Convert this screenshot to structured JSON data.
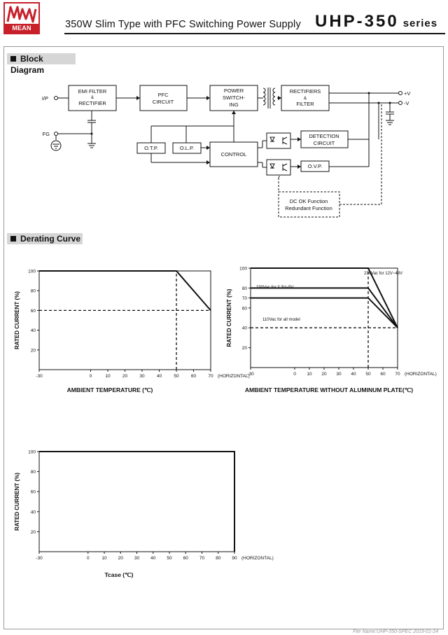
{
  "header": {
    "brand": "MEAN WELL",
    "subtitle": "350W  Slim Type with PFC Switching Power Supply",
    "model": "UHP-350",
    "series": "series"
  },
  "sections": {
    "block_diagram": "Block Diagram",
    "derating": "Derating Curve"
  },
  "block_diagram": {
    "ip": "I/P",
    "fg": "FG",
    "emi_1": "EMI FILTER",
    "emi_2": "&",
    "emi_3": "RECTIFIER",
    "pfc_1": "PFC",
    "pfc_2": "CIRCUIT",
    "ps_1": "POWER",
    "ps_2": "SWITCH-",
    "ps_3": "ING",
    "rf_1": "RECTIFIERS",
    "rf_2": "&",
    "rf_3": "FILTER",
    "det_1": "DETECTION",
    "det_2": "CIRCUIT",
    "otp": "O.T.P.",
    "olp": "O.L.P.",
    "control": "CONTROL",
    "ovp": "O.V.P.",
    "vplus": "+V",
    "vminus": "-V",
    "dc_1": "DC OK Function",
    "dc_2": "Redundant Function"
  },
  "chart_data": [
    {
      "type": "line",
      "xlabel": "AMBIENT TEMPERATURE (℃)",
      "ylabel": "RATED CURRENT (%)",
      "x_axis_note": "(HORIZONTAL)",
      "xticks": [
        -30,
        0,
        10,
        20,
        30,
        40,
        50,
        60,
        70
      ],
      "yticks": [
        20,
        40,
        60,
        80,
        100
      ],
      "xlim": [
        -30,
        70
      ],
      "ylim": [
        0,
        100
      ],
      "series": [
        {
          "x": [
            -30,
            50,
            70
          ],
          "y": [
            100,
            100,
            60
          ]
        }
      ],
      "guides": [
        {
          "x": [
            50,
            50
          ],
          "y": [
            0,
            100
          ]
        },
        {
          "x": [
            -30,
            70
          ],
          "y": [
            60,
            60
          ]
        }
      ]
    },
    {
      "type": "line",
      "xlabel": "AMBIENT TEMPERATURE WITHOUT ALUMINUM PLATE(℃)",
      "ylabel": "RATED CURRENT (%)",
      "x_axis_note": "(HORIZONTAL)",
      "xticks": [
        -30,
        0,
        10,
        20,
        30,
        40,
        50,
        60,
        70
      ],
      "yticks": [
        20,
        40,
        60,
        70,
        80,
        100
      ],
      "xlim": [
        -30,
        70
      ],
      "ylim": [
        0,
        100
      ],
      "series": [
        {
          "name": "230Vac for 12V~48V",
          "x": [
            -30,
            50,
            70
          ],
          "y": [
            100,
            100,
            40
          ]
        },
        {
          "name": "230Vac for 3.3V~5V",
          "x": [
            -30,
            50,
            70
          ],
          "y": [
            80,
            80,
            40
          ]
        },
        {
          "name": "110Vac for all model",
          "x": [
            -30,
            50,
            70
          ],
          "y": [
            70,
            70,
            40
          ]
        }
      ],
      "guides": [
        {
          "x": [
            50,
            50
          ],
          "y": [
            0,
            100
          ]
        },
        {
          "x": [
            -30,
            70
          ],
          "y": [
            40,
            40
          ]
        }
      ]
    },
    {
      "type": "line",
      "xlabel": "Tcase (℃)",
      "ylabel": "RATED CURRENT (%)",
      "x_axis_note": "(HORIZONTAL)",
      "xticks": [
        -30,
        0,
        10,
        20,
        30,
        40,
        50,
        60,
        70,
        80,
        90
      ],
      "yticks": [
        20,
        40,
        60,
        80,
        100
      ],
      "xlim": [
        -30,
        90
      ],
      "ylim": [
        0,
        100
      ],
      "series": [
        {
          "x": [
            -30,
            90,
            90
          ],
          "y": [
            100,
            100,
            0
          ]
        }
      ],
      "guides": []
    }
  ],
  "footer": "File Name:UHP-350-SPEC   2019-01-24"
}
